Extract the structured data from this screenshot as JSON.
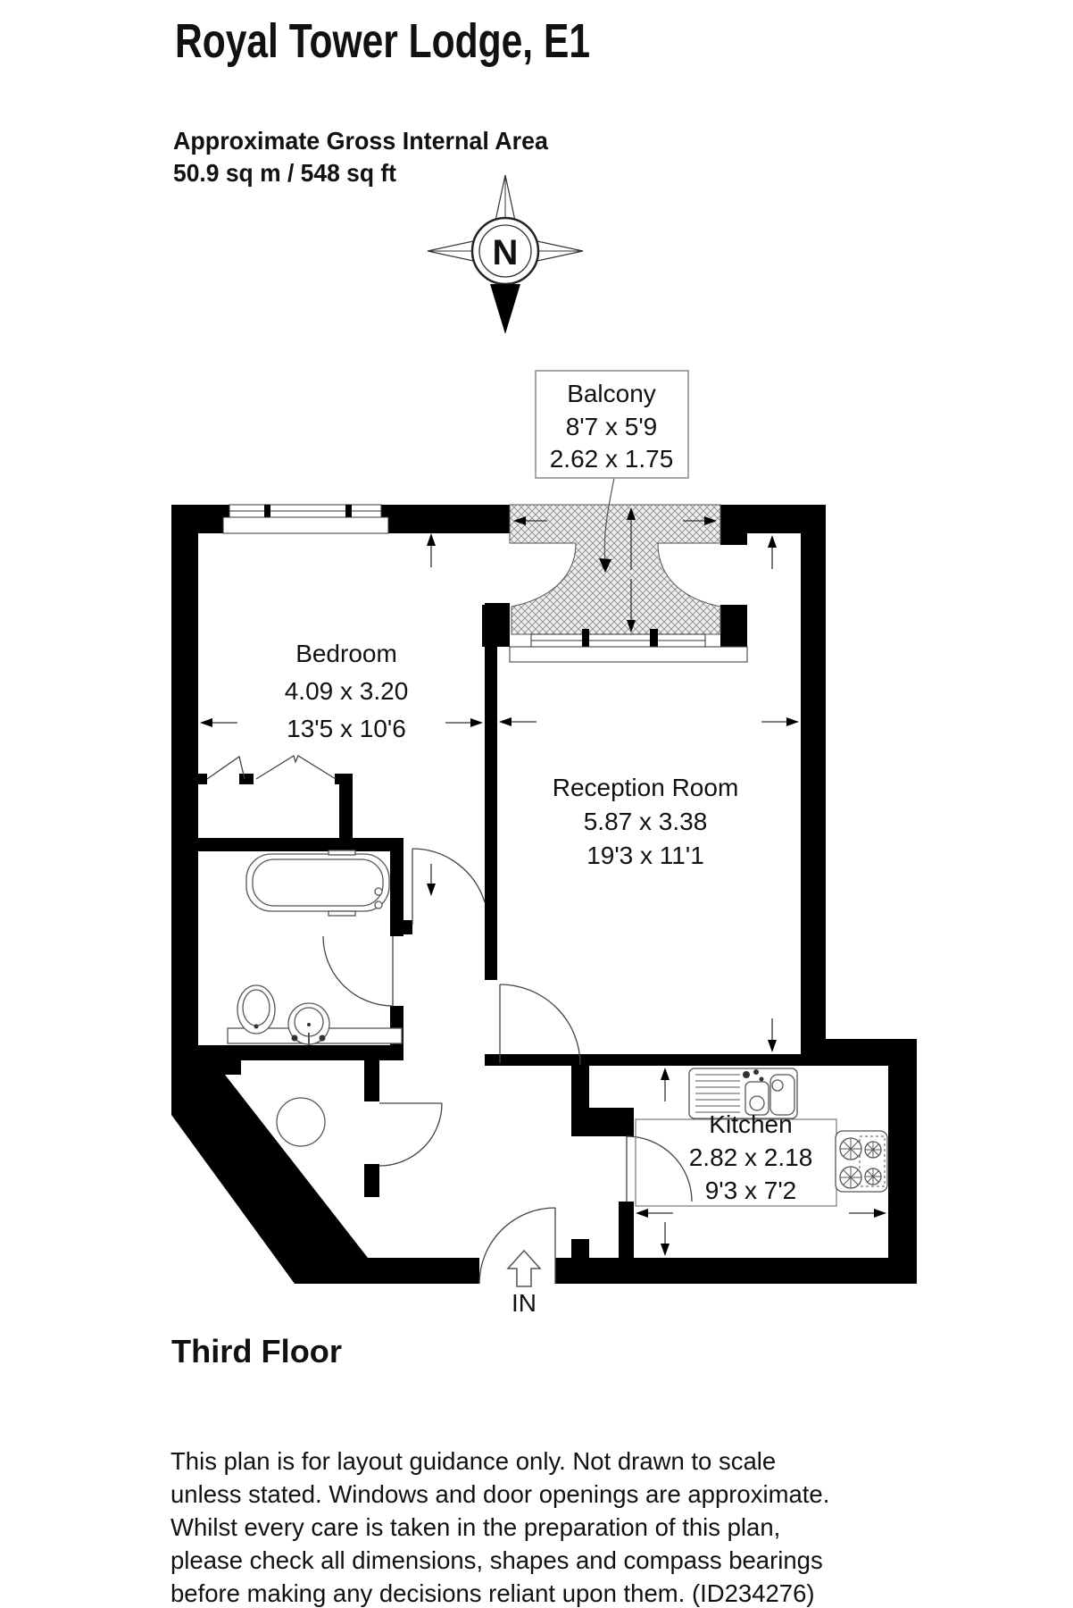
{
  "header": {
    "title": "Royal Tower Lodge, E1",
    "area_label": "Approximate Gross Internal Area",
    "area_value": "50.9 sq m / 548 sq ft"
  },
  "compass": {
    "north_label": "N"
  },
  "plan": {
    "balcony": {
      "name": "Balcony",
      "imperial": "8'7 x 5'9",
      "metric": "2.62 x 1.75"
    },
    "bedroom": {
      "name": "Bedroom",
      "metric": "4.09 x 3.20",
      "imperial": "13'5 x 10'6"
    },
    "reception": {
      "name": "Reception Room",
      "metric": "5.87 x 3.38",
      "imperial": "19'3 x 11'1"
    },
    "kitchen": {
      "name": "Kitchen",
      "metric": "2.82 x 2.18",
      "imperial": "9'3 x 7'2"
    },
    "entrance_label": "IN"
  },
  "footer": {
    "floor_label": "Third Floor",
    "disclaimer": {
      "line1": "This plan is for layout guidance only. Not drawn to scale",
      "line2": "unless stated. Windows and door openings are approximate.",
      "line3": "Whilst every care is taken in the preparation of this plan,",
      "line4": "please check all dimensions, shapes and compass bearings",
      "line5": "before making any decisions reliant upon them. (ID234276)"
    }
  },
  "colors": {
    "wall": "#000000",
    "outline": "#444444",
    "hatch_line": "#8c8c8c"
  }
}
